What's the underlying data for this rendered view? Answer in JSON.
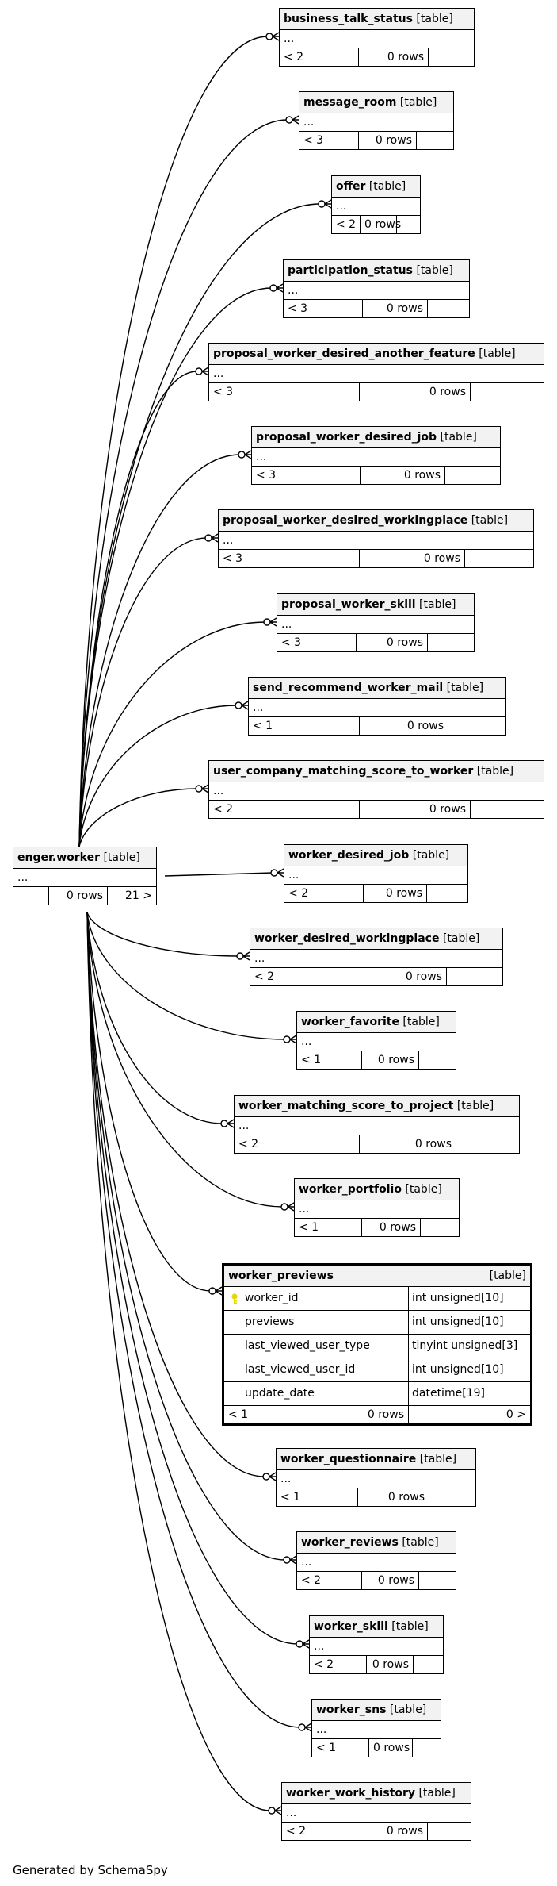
{
  "main_table": {
    "name": "enger.worker",
    "type": "[table]",
    "placeholder": "...",
    "parents": "",
    "rows": "0 rows",
    "children": "21 >"
  },
  "focus_table": {
    "name": "worker_previews",
    "type": "[table]",
    "columns": [
      {
        "name": "worker_id",
        "type": "int unsigned[10]",
        "key": "primary-key-icon"
      },
      {
        "name": "previews",
        "type": "int unsigned[10]"
      },
      {
        "name": "last_viewed_user_type",
        "type": "tinyint unsigned[3]"
      },
      {
        "name": "last_viewed_user_id",
        "type": "int unsigned[10]"
      },
      {
        "name": "update_date",
        "type": "datetime[19]"
      }
    ],
    "parents": "< 1",
    "rows": "0 rows",
    "children": "0 >"
  },
  "child_tables": [
    {
      "name": "business_talk_status",
      "type": "[table]",
      "placeholder": "...",
      "parents": "< 2",
      "rows": "0 rows"
    },
    {
      "name": "message_room",
      "type": "[table]",
      "placeholder": "...",
      "parents": "< 3",
      "rows": "0 rows"
    },
    {
      "name": "offer",
      "type": "[table]",
      "placeholder": "...",
      "parents": "< 2",
      "rows": "0 rows"
    },
    {
      "name": "participation_status",
      "type": "[table]",
      "placeholder": "...",
      "parents": "< 3",
      "rows": "0 rows"
    },
    {
      "name": "proposal_worker_desired_another_feature",
      "type": "[table]",
      "placeholder": "...",
      "parents": "< 3",
      "rows": "0 rows"
    },
    {
      "name": "proposal_worker_desired_job",
      "type": "[table]",
      "placeholder": "...",
      "parents": "< 3",
      "rows": "0 rows"
    },
    {
      "name": "proposal_worker_desired_workingplace",
      "type": "[table]",
      "placeholder": "...",
      "parents": "< 3",
      "rows": "0 rows"
    },
    {
      "name": "proposal_worker_skill",
      "type": "[table]",
      "placeholder": "...",
      "parents": "< 3",
      "rows": "0 rows"
    },
    {
      "name": "send_recommend_worker_mail",
      "type": "[table]",
      "placeholder": "...",
      "parents": "< 1",
      "rows": "0 rows"
    },
    {
      "name": "user_company_matching_score_to_worker",
      "type": "[table]",
      "placeholder": "...",
      "parents": "< 2",
      "rows": "0 rows"
    },
    {
      "name": "worker_desired_job",
      "type": "[table]",
      "placeholder": "...",
      "parents": "< 2",
      "rows": "0 rows"
    },
    {
      "name": "worker_desired_workingplace",
      "type": "[table]",
      "placeholder": "...",
      "parents": "< 2",
      "rows": "0 rows"
    },
    {
      "name": "worker_favorite",
      "type": "[table]",
      "placeholder": "...",
      "parents": "< 1",
      "rows": "0 rows"
    },
    {
      "name": "worker_matching_score_to_project",
      "type": "[table]",
      "placeholder": "...",
      "parents": "< 2",
      "rows": "0 rows"
    },
    {
      "name": "worker_portfolio",
      "type": "[table]",
      "placeholder": "...",
      "parents": "< 1",
      "rows": "0 rows"
    },
    {
      "name": "worker_questionnaire",
      "type": "[table]",
      "placeholder": "...",
      "parents": "< 1",
      "rows": "0 rows"
    },
    {
      "name": "worker_reviews",
      "type": "[table]",
      "placeholder": "...",
      "parents": "< 2",
      "rows": "0 rows"
    },
    {
      "name": "worker_skill",
      "type": "[table]",
      "placeholder": "...",
      "parents": "< 2",
      "rows": "0 rows"
    },
    {
      "name": "worker_sns",
      "type": "[table]",
      "placeholder": "...",
      "parents": "< 1",
      "rows": "0 rows"
    },
    {
      "name": "worker_work_history",
      "type": "[table]",
      "placeholder": "...",
      "parents": "< 2",
      "rows": "0 rows"
    }
  ],
  "footer": {
    "generated": "Generated by SchemaSpy"
  },
  "colors": {
    "header_bg": "#f2f2f2",
    "line": "#000000",
    "key": "#e8d800"
  }
}
